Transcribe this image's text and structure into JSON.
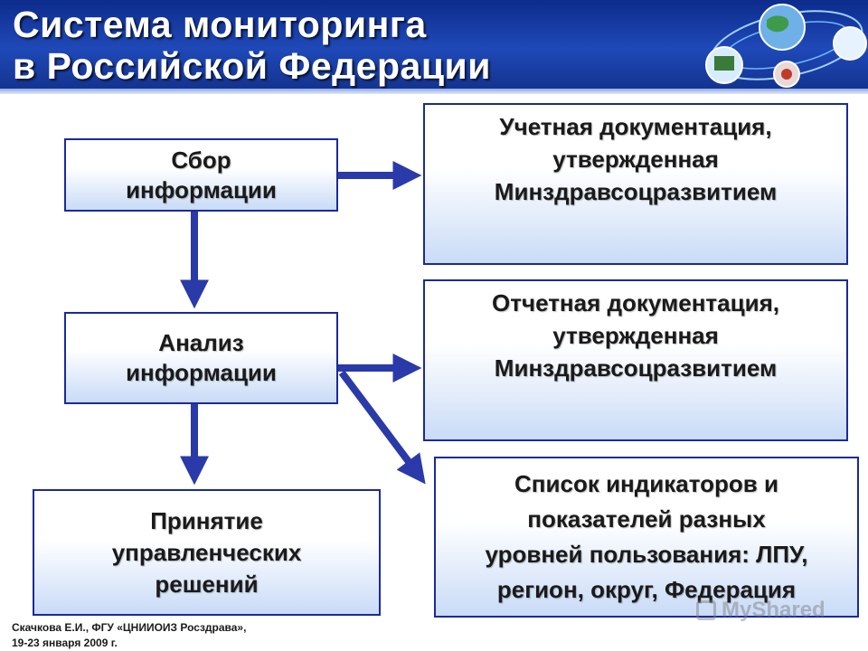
{
  "header": {
    "title_line1": "Система мониторинга",
    "title_line2": "в Российской Федерации"
  },
  "boxes": {
    "collect": [
      "Сбор",
      "информации"
    ],
    "analysis": [
      "Анализ",
      "информации"
    ],
    "decision": [
      "Принятие",
      "управленческих",
      "решений"
    ],
    "account_docs": [
      "Учетная документация,",
      "утвержденная",
      "Минздравсоцразвитием"
    ],
    "report_docs": [
      "Отчетная документация,",
      "утвержденная",
      "Минздравсоцразвитием"
    ],
    "indicators": [
      "Список индикаторов и",
      "показателей разных",
      "уровней пользования: ЛПУ,",
      "регион, округ, Федерация"
    ]
  },
  "footer": {
    "line1": "Скачкова Е.И., ФГУ «ЦНИИОИЗ Росздрава»,",
    "line2": "19-23 января 2009 г."
  },
  "watermark": "MyShared",
  "colors": {
    "header": "#1f49b8",
    "box_border": "#1a2a9a",
    "arrow": "#2a3aa8"
  }
}
